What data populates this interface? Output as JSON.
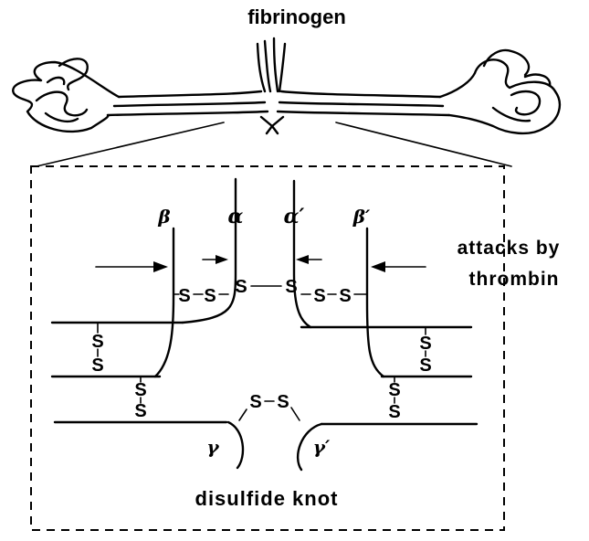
{
  "labels": {
    "title": "fibrinogen",
    "attacks_line1": "attacks by",
    "attacks_line2": "thrombin",
    "knot": "disulfide knot"
  },
  "chains": {
    "beta": "β",
    "alpha": "α",
    "alpha_prime": "α′",
    "beta_prime": "β′",
    "gamma": "γ",
    "gamma_prime": "γ′"
  },
  "bond_atom": "S"
}
